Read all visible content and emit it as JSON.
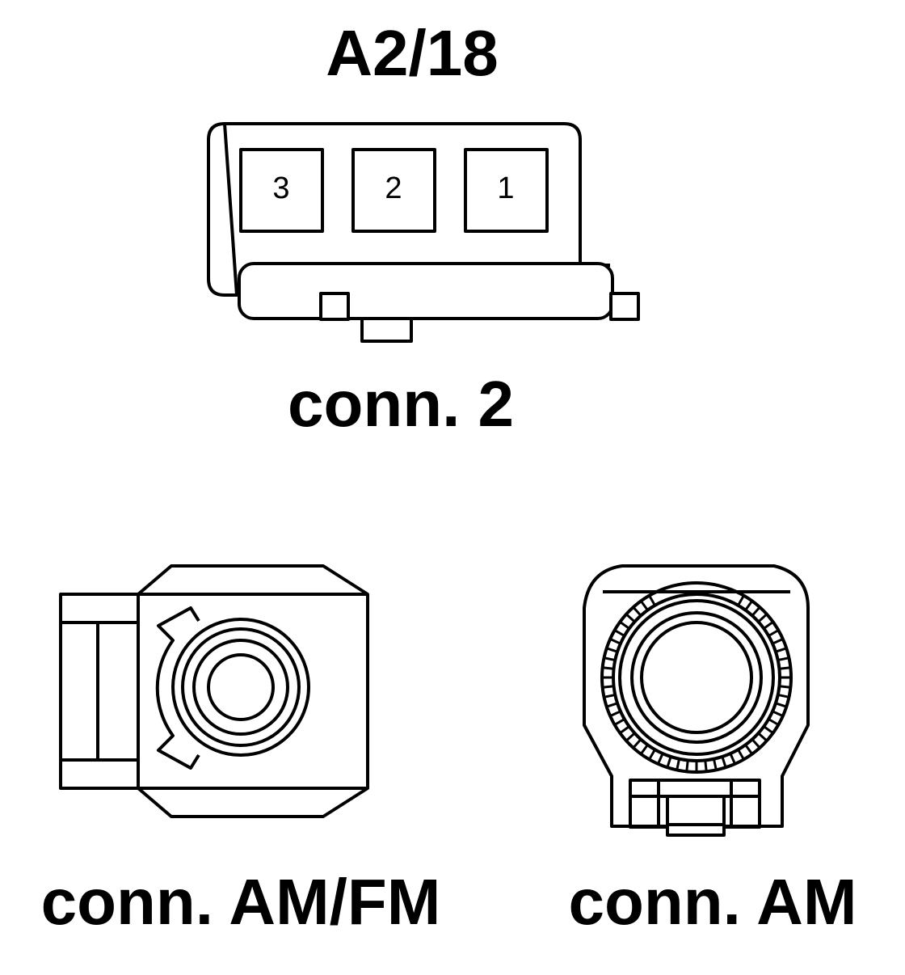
{
  "title": "A2/18",
  "connector2": {
    "label": "conn. 2",
    "pins": [
      "3",
      "2",
      "1"
    ]
  },
  "connector_amfm": {
    "label": "conn. AM/FM"
  },
  "connector_am": {
    "label": "conn. AM"
  }
}
